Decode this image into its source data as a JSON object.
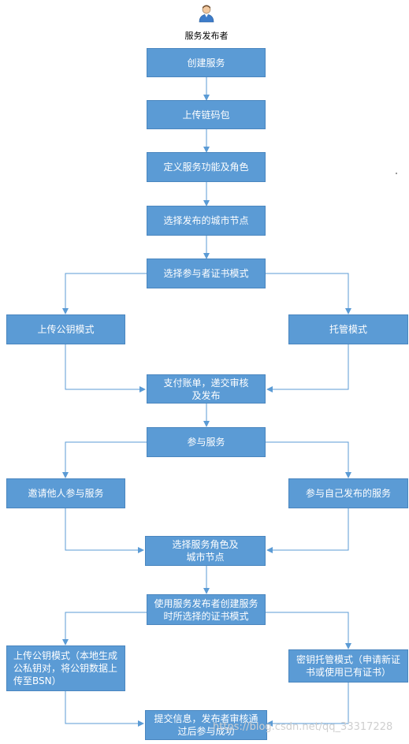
{
  "actor": {
    "label": "服务发布者",
    "icon": "user-icon"
  },
  "nodes": {
    "create_service": "创建服务",
    "upload_package": "上传链码包",
    "define_roles": "定义服务功能及角色",
    "select_city_nodes": "选择发布的城市节点",
    "select_cert_mode": "选择参与者证书模式",
    "upload_pubkey_mode": "上传公钥模式",
    "hosted_mode": "托管模式",
    "pay_submit": "支付账单，递交审核及发布",
    "join_service": "参与服务",
    "invite_others": "邀请他人参与服务",
    "join_own_service": "参与自己发布的服务",
    "select_role_city": "选择服务角色及城市节点",
    "use_publisher_cert_mode": "使用服务发布者创建服务时所选择的证书模式",
    "upload_pubkey_detail": "上传公钥模式（本地生成公私钥对，将公钥数据上传至BSN）",
    "key_hosting_detail": "密钥托管模式（申请新证书或使用已有证书）",
    "submit_info": "提交信息，发布者审核通过后参与成功"
  },
  "watermark": "https://blog.csdn.net/qq_33317228",
  "colors": {
    "box_fill": "#5b9bd5",
    "line": "#5b9bd5",
    "text": "#ffffff"
  }
}
